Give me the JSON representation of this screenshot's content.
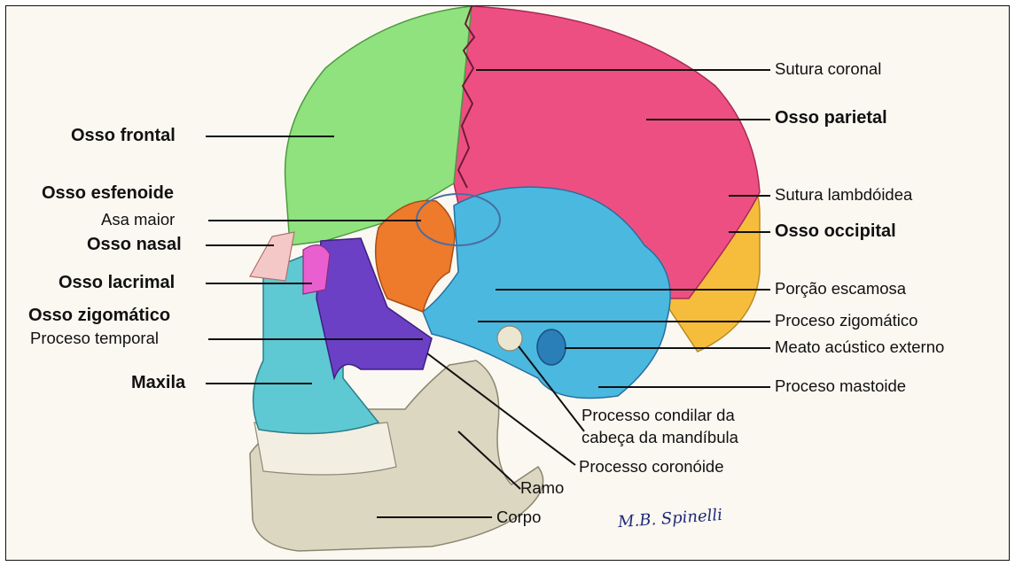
{
  "labels": {
    "sutura_coronal": "Sutura coronal",
    "osso_parietal": "Osso parietal",
    "osso_frontal": "Osso frontal",
    "sutura_lambdoidea": "Sutura lambdóidea",
    "osso_esfenoide": "Osso esfenoide",
    "asa_maior": "Asa maior",
    "osso_occipital": "Osso occipital",
    "osso_nasal": "Osso nasal",
    "osso_lacrimal": "Osso lacrimal",
    "porcao_escamosa": "Porção escamosa",
    "osso_zigomatico": "Osso zigomático",
    "proceso_zigomatico": "Proceso zigomático",
    "proceso_temporal": "Proceso temporal",
    "meato_acustico_externo": "Meato acústico externo",
    "maxila": "Maxila",
    "proceso_mastoide": "Proceso mastoide",
    "processo_condilar_line1": "Processo condilar da",
    "processo_condilar_line2": "cabeça da mandíbula",
    "processo_coronoide": "Processo coronóide",
    "ramo": "Ramo",
    "corpo": "Corpo"
  },
  "signature": "M.B. Spinelli",
  "colors": {
    "frontal": "#8fe27e",
    "parietal": "#ee4f83",
    "occipital": "#f6bd3c",
    "temporal": "#4bb8e0",
    "sphenoid": "#ee7a2c",
    "zygomatic": "#6b40c4",
    "lacrimal": "#ea5fcf",
    "maxilla": "#5ec9d2",
    "mandible": "#dcd7c0"
  }
}
